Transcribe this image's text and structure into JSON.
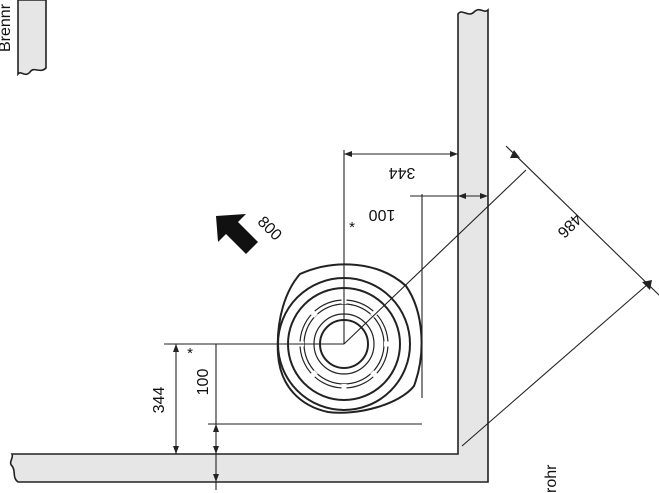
{
  "labels": {
    "top_left_cut": "Brennr",
    "bottom_right_cut": "rohr",
    "dim_344_top": "344",
    "dim_100_top": "100",
    "dim_486": "486",
    "dim_344_left": "344",
    "dim_100_left": "100",
    "arrow_800": "800",
    "asterisk": "*"
  },
  "colors": {
    "wall_fill": "#e6e6e6",
    "line": "#222222",
    "arrow": "#111111"
  },
  "icons": {
    "arrow": "direction-arrow-icon"
  }
}
